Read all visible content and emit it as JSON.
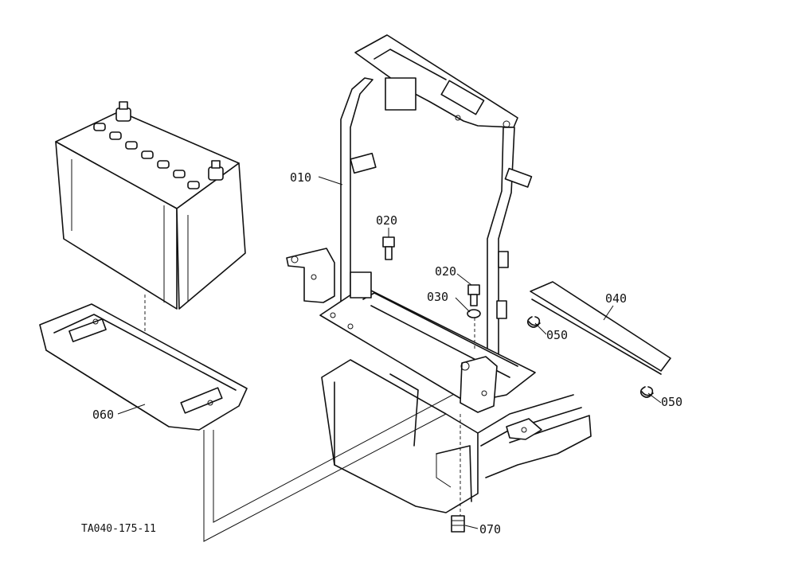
{
  "parts": {
    "p010": "010",
    "p020a": "020",
    "p020b": "020",
    "p030": "030",
    "p040": "040",
    "p050a": "050",
    "p050b": "050",
    "p060": "060",
    "p070": "070"
  },
  "figure_code": "TA040-175-11"
}
